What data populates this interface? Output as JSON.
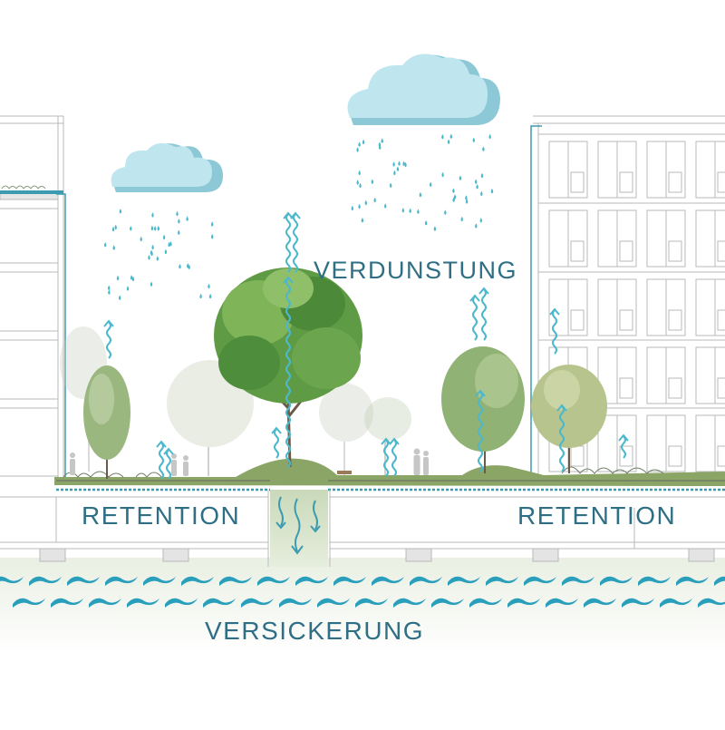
{
  "labels": {
    "evaporation": "VERDUNSTUNG",
    "retention_left": "RETENTION",
    "retention_right": "RETENTION",
    "infiltration": "VERSICKERUNG"
  },
  "colors": {
    "water": "#4cb8cc",
    "water_dark": "#2a8fa8",
    "cloud": "#bfe6ee",
    "cloud_shadow": "#8cc8d6",
    "label": "#2f6f86",
    "ground": "#8ba566",
    "building_line": "#b9b9b9",
    "tree_green": "#5f9b45"
  },
  "icons": [
    "cloud-icon",
    "rain-drop-icon",
    "evaporation-arrow-icon",
    "water-wave-icon",
    "tree-icon",
    "person-silhouette-icon",
    "seepage-arrow-icon"
  ]
}
